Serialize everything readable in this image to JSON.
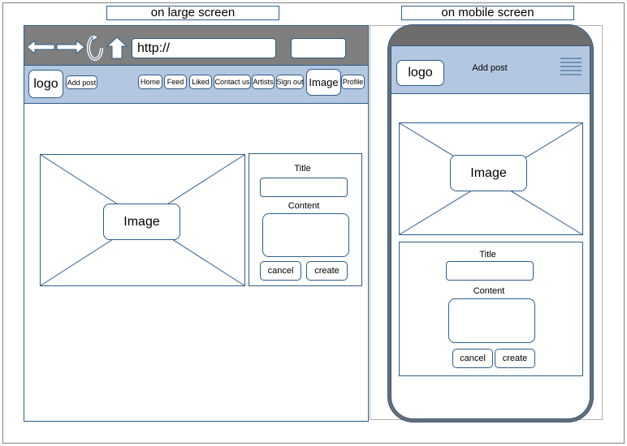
{
  "captions": {
    "large": "on large screen",
    "mobile": "on mobile screen"
  },
  "browser": {
    "url": "http://",
    "icons": [
      "back-arrow-icon",
      "forward-arrow-icon",
      "refresh-icon",
      "home-icon"
    ]
  },
  "nav": {
    "logo": "logo",
    "add_post": "Add post",
    "items": [
      "Home",
      "Feed",
      "Liked",
      "Contact us",
      "Artists",
      "Sign out",
      "Image",
      "Profile"
    ]
  },
  "form": {
    "image": "Image",
    "title_label": "Title",
    "content_label": "Content",
    "cancel": "cancel",
    "create": "create"
  },
  "mobile": {
    "logo": "logo",
    "add_post": "Add post",
    "menu_icon": "hamburger-menu-icon"
  },
  "colors": {
    "border": "#2e5c8a",
    "bar": "#7f7f7f",
    "nav": "#b4c7e0"
  }
}
